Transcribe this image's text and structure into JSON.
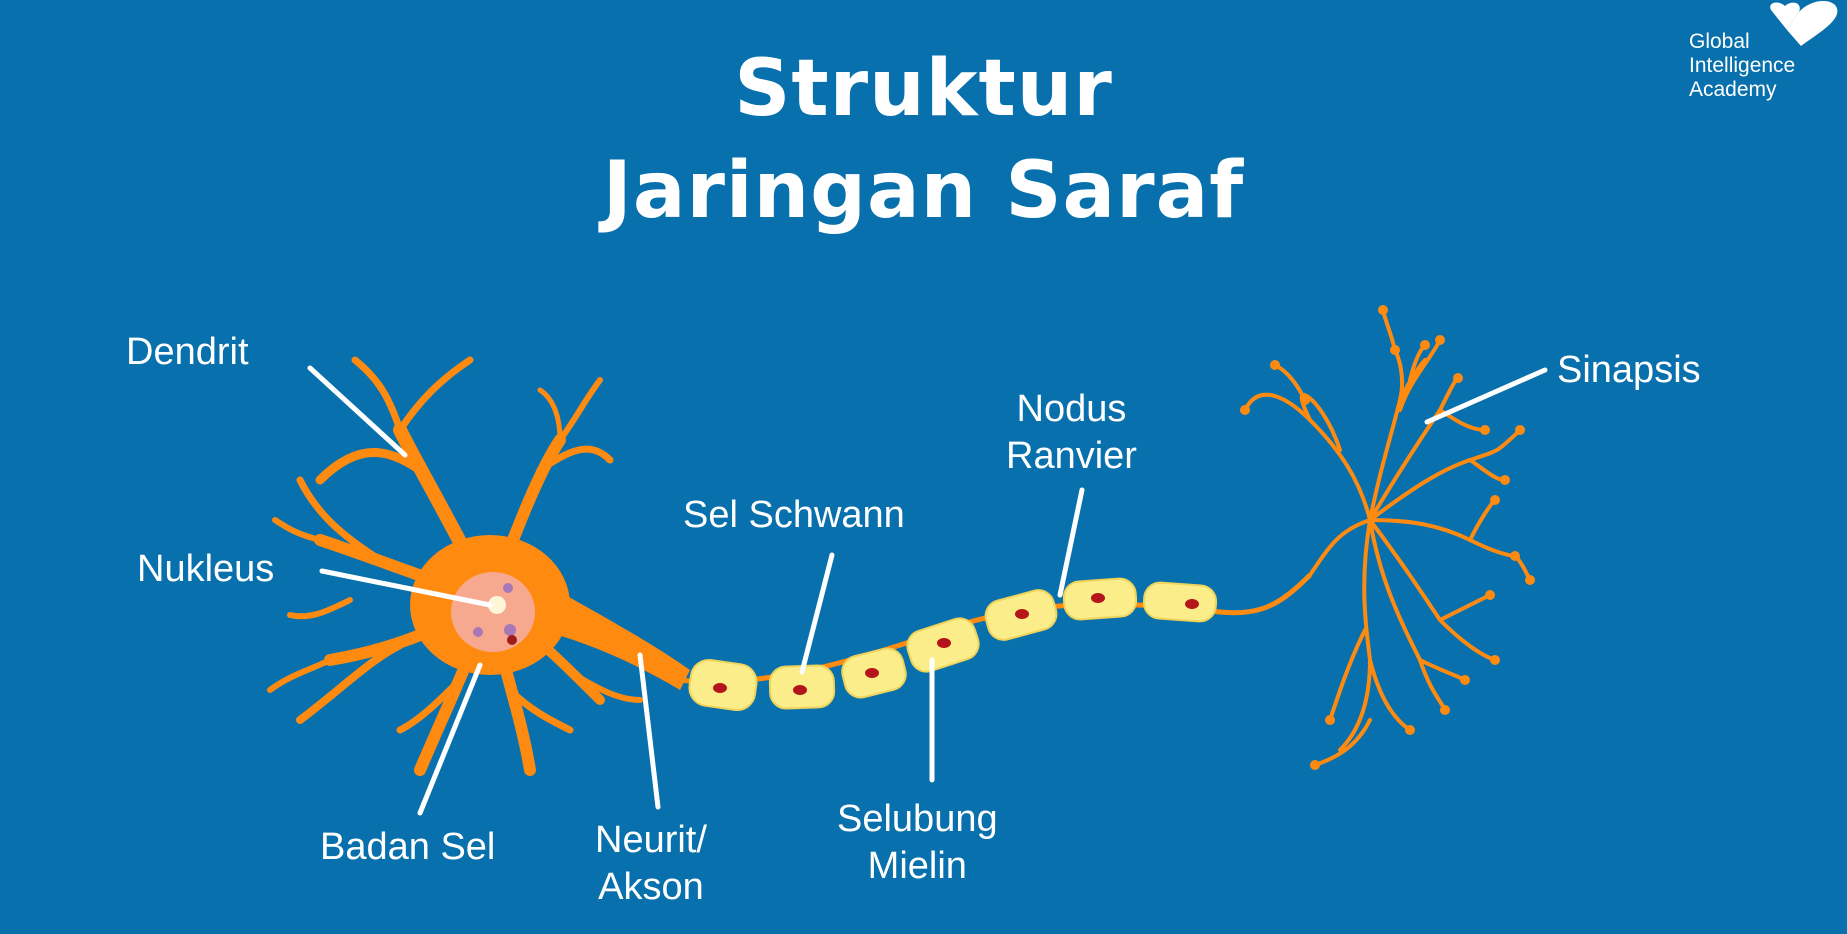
{
  "title": {
    "line1": "Struktur",
    "line2": "Jaringan Saraf"
  },
  "brand": {
    "line1": "Global",
    "line2": "Intelligence",
    "line3": "Academy",
    "color": "#ffffff"
  },
  "colors": {
    "background": "#0870ac",
    "neuron": "#ff8a10",
    "nucleus": "#f7a98f",
    "myelin": "#faed8a",
    "schwann_nucleus": "#b3151b",
    "label": "#ffffff"
  },
  "labels": {
    "dendrit": "Dendrit",
    "nukleus": "Nukleus",
    "badan_sel": "Badan Sel",
    "neurit_1": "Neurit/",
    "neurit_2": "Akson",
    "sel_schwann": "Sel Schwann",
    "selubung_1": "Selubung",
    "selubung_2": "Mielin",
    "nodus_1": "Nodus",
    "nodus_2": "Ranvier",
    "sinapsis": "Sinapsis"
  }
}
